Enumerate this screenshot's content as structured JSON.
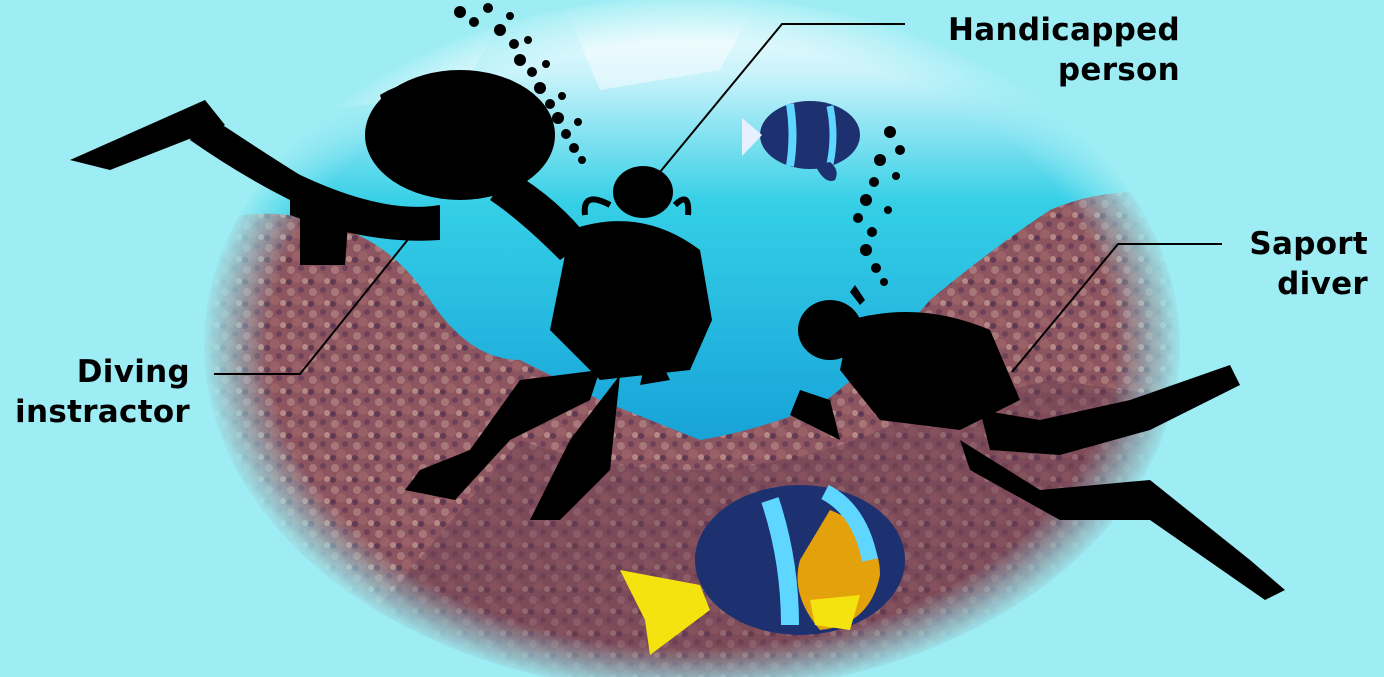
{
  "labels": {
    "handicapped": {
      "line1": "Handicapped",
      "line2": "person"
    },
    "saport": {
      "line1": "Saport",
      "line2": "diver"
    },
    "instructor": {
      "line1": "Diving",
      "line2": "instractor"
    }
  },
  "colors": {
    "background": "#9eedf4",
    "water_top": "#ffffff",
    "water_mid": "#24c7e0",
    "water_deep": "#0f8ac4",
    "reef": "#8f5a5e",
    "reef_dark": "#5e3a4a",
    "silhouette": "#000000",
    "fish_body": "#1d3170",
    "fish_stripe": "#5fd6ff",
    "fish_fin": "#f4e30e",
    "fish_orange": "#e3a20c"
  }
}
